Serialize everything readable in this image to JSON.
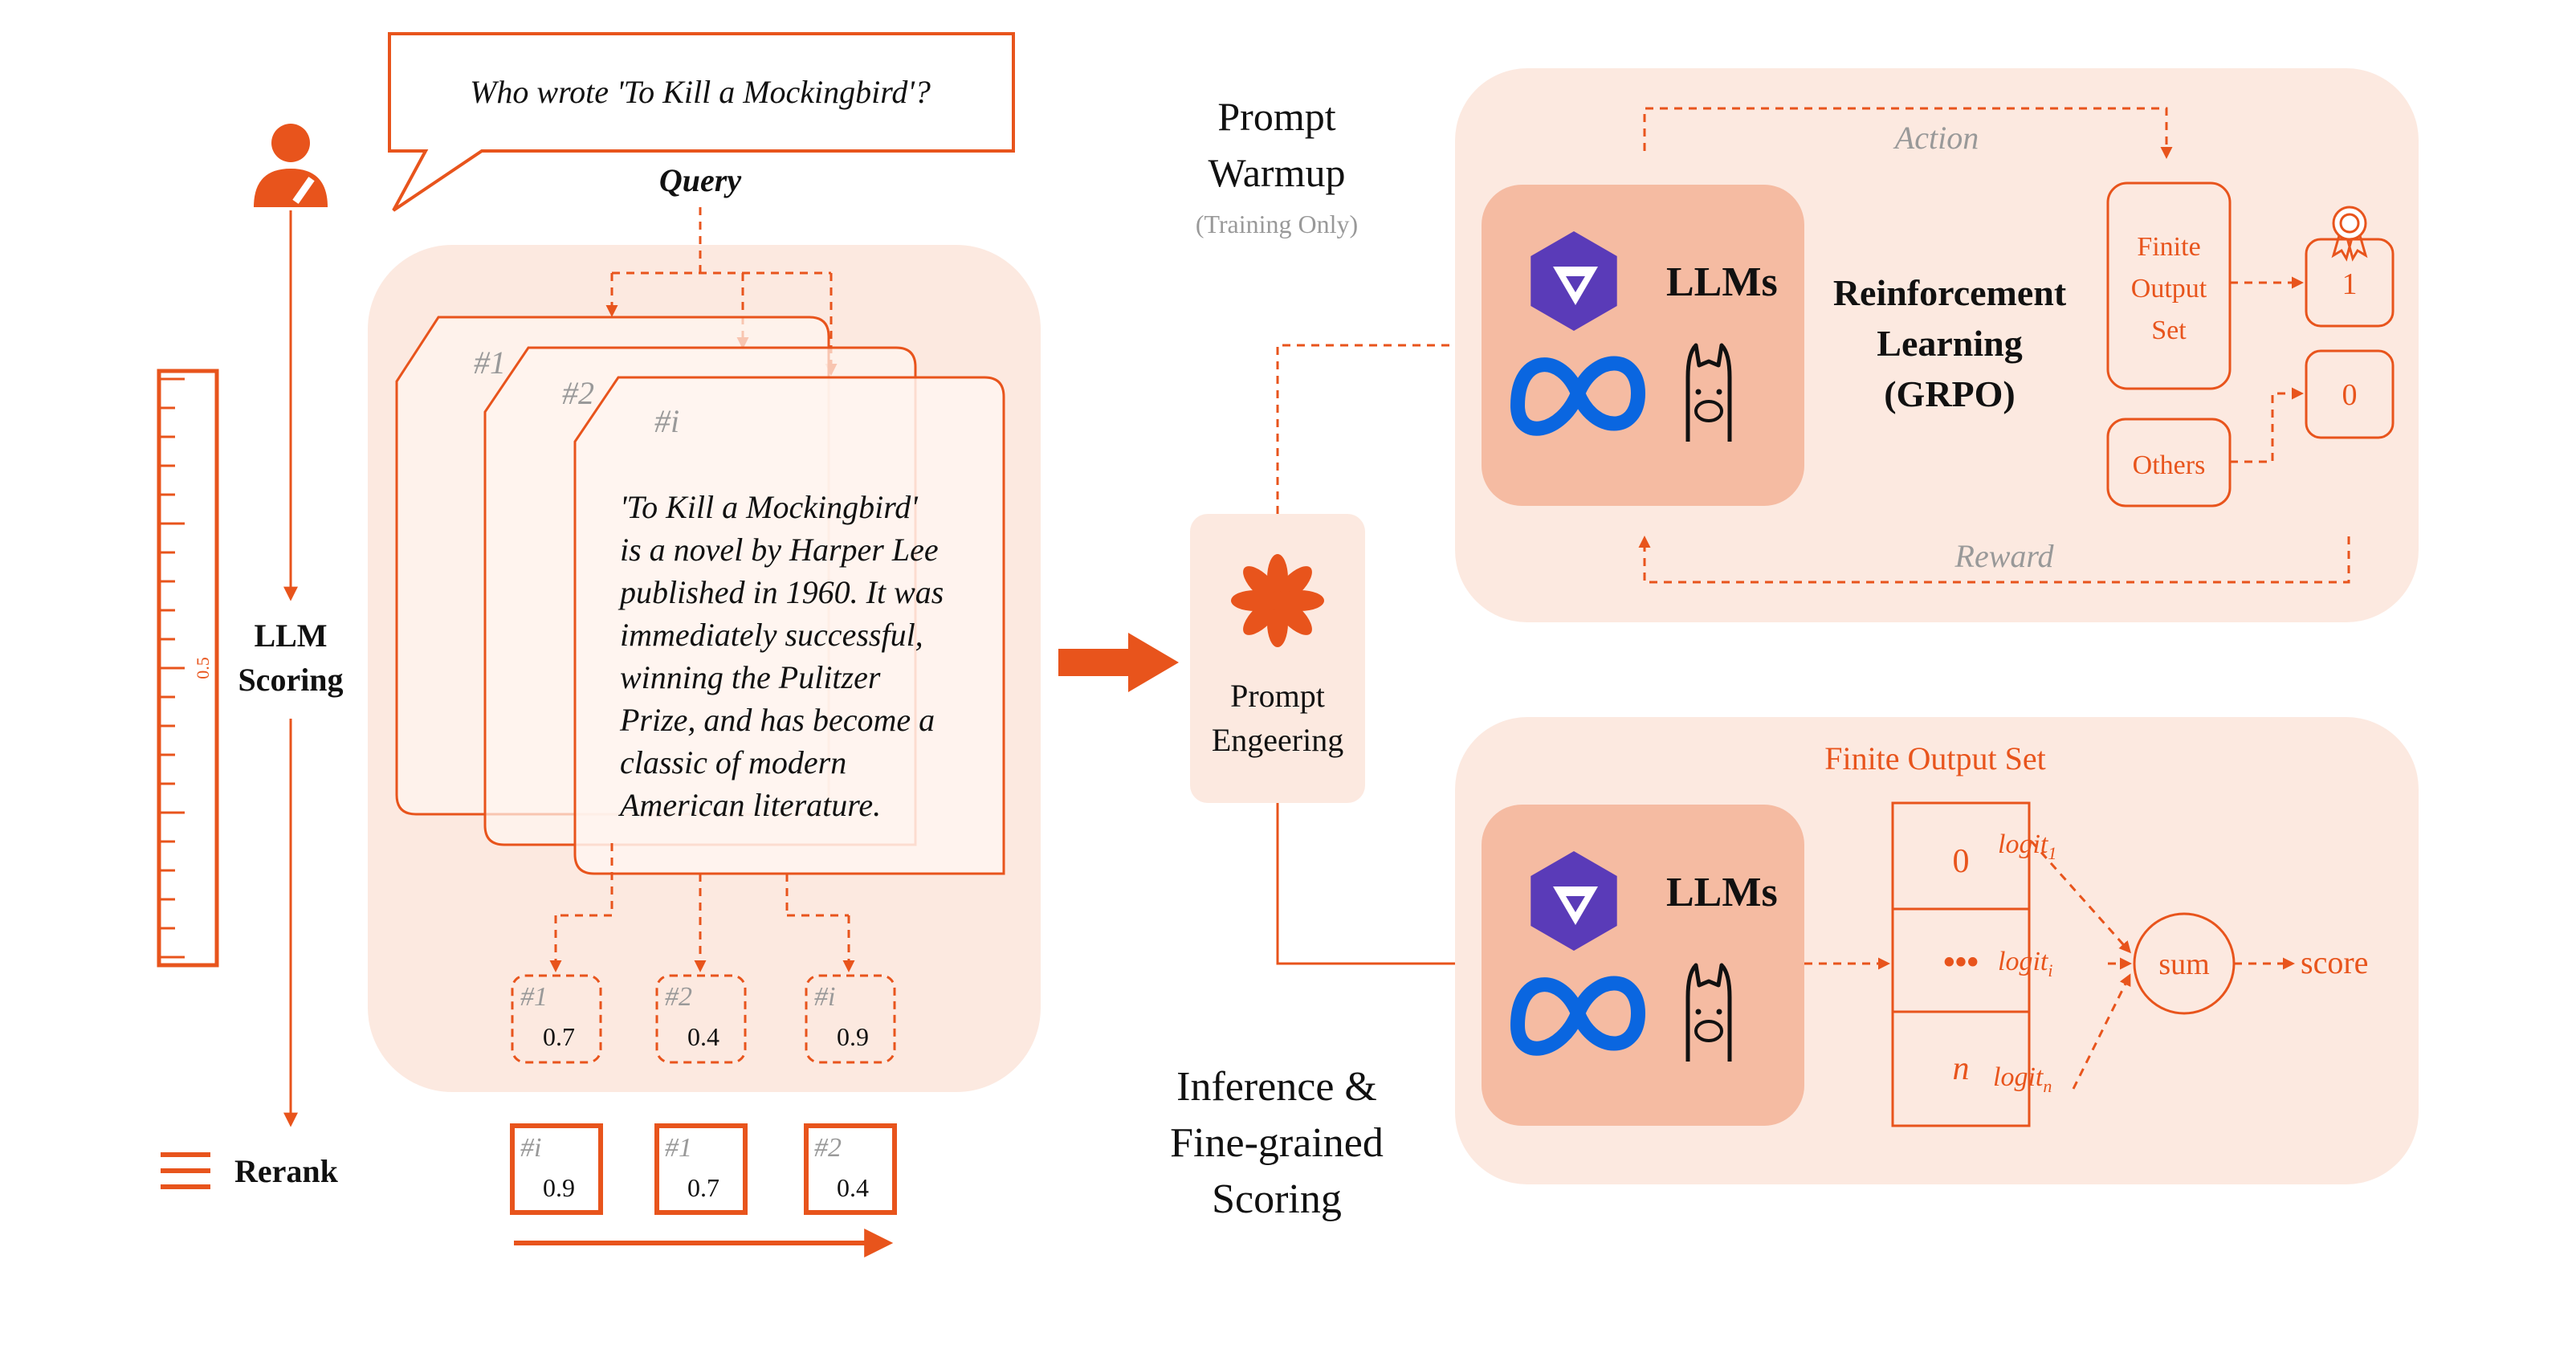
{
  "colors": {
    "accent": "#E8541C",
    "panel": "#FCE9E0",
    "llm_box": "#F5BBA2",
    "card": "#FFF5F0",
    "gray_text": "#999999",
    "logo_qwen": "#5A3BB8",
    "logo_meta": "#0A66E0"
  },
  "left": {
    "query_text": "Who wrote 'To Kill a Mockingbird'?",
    "query_label": "Query",
    "scoring_label": [
      "LLM",
      "Scoring"
    ],
    "rerank_label": "Rerank",
    "ruler_tick_label": "0.5",
    "doc_labels": [
      "#1",
      "#2",
      "#i"
    ],
    "doc_text": [
      "'To Kill a Mockingbird'",
      "is a novel by Harper Lee",
      "published in 1960. It was",
      "immediately successful,",
      "winning the Pulitzer",
      "Prize, and has become a",
      "classic of modern",
      "American literature."
    ],
    "scores": [
      {
        "id": "#1",
        "value": "0.7"
      },
      {
        "id": "#2",
        "value": "0.4"
      },
      {
        "id": "#i",
        "value": "0.9"
      }
    ],
    "reranked": [
      {
        "id": "#i",
        "value": "0.9"
      },
      {
        "id": "#1",
        "value": "0.7"
      },
      {
        "id": "#2",
        "value": "0.4"
      }
    ]
  },
  "middle": {
    "prompt_engineering": [
      "Prompt",
      "Engeering"
    ],
    "warmup_title": [
      "Prompt",
      "Warmup"
    ],
    "warmup_note": "(Training Only)",
    "inference_title": [
      "Inference &",
      "Fine-grained",
      "Scoring"
    ]
  },
  "top_panel": {
    "llm_label": "LLMs",
    "rl_label": [
      "Reinforcement",
      "Learning",
      "(GRPO)"
    ],
    "action_label": "Action",
    "reward_label": "Reward",
    "finite_set_label": [
      "Finite",
      "Output",
      "Set"
    ],
    "others_label": "Others",
    "reward_one": "1",
    "reward_zero": "0",
    "icons": [
      "qwen-logo-icon",
      "meta-logo-icon",
      "llama-logo-icon",
      "award-ribbon-icon"
    ]
  },
  "bottom_panel": {
    "title": "Finite Output Set",
    "llm_label": "LLMs",
    "output_cells": [
      "0",
      "•••",
      "n"
    ],
    "logits": [
      "logit",
      "logit",
      "logit"
    ],
    "logit_subs": [
      "1",
      "i",
      "n"
    ],
    "sum_label": "sum",
    "score_label": "score"
  }
}
